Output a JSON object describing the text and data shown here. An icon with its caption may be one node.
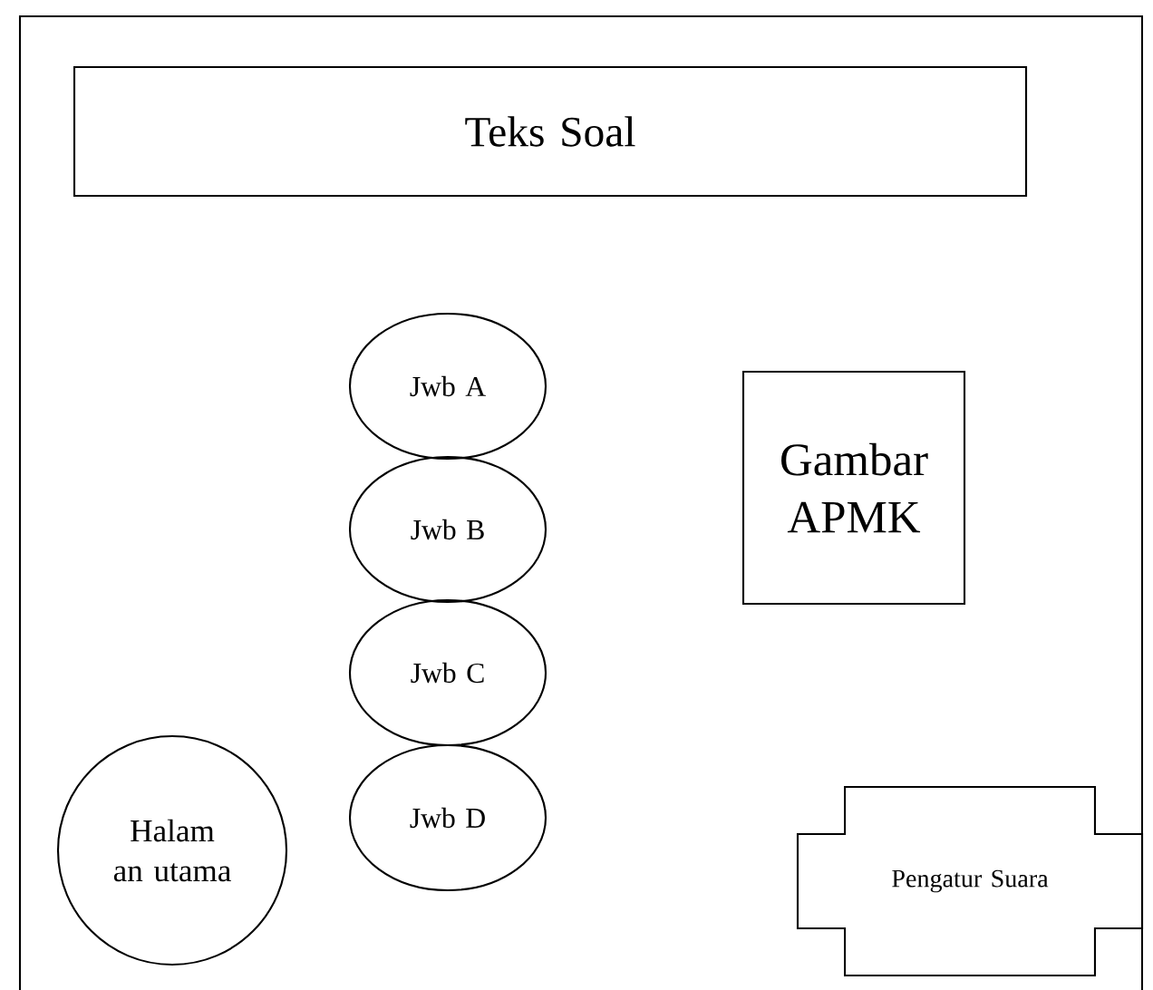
{
  "diagram": {
    "nodes": [
      {
        "text": [
          "Teks Soal"
        ]
      },
      {
        "text": [
          "Jwb A"
        ]
      },
      {
        "text": [
          "Jwb B"
        ]
      },
      {
        "text": [
          "Jwb C"
        ]
      },
      {
        "text": [
          "Jwb D"
        ]
      },
      {
        "text": [
          "Gambar APMK"
        ]
      },
      {
        "text": [
          "Halam an utama"
        ]
      },
      {
        "text": [
          "Pengatur Suara"
        ]
      }
    ]
  }
}
